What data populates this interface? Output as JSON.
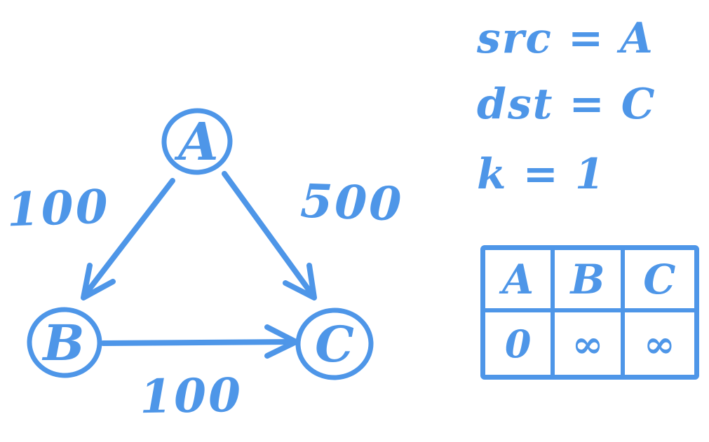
{
  "colors": {
    "ink": "#4e96e8",
    "background": "#ffffff"
  },
  "graph": {
    "nodes": [
      {
        "id": "A",
        "label": "A"
      },
      {
        "id": "B",
        "label": "B"
      },
      {
        "id": "C",
        "label": "C"
      }
    ],
    "edges": [
      {
        "from": "A",
        "to": "B",
        "weight": "100"
      },
      {
        "from": "A",
        "to": "C",
        "weight": "500"
      },
      {
        "from": "B",
        "to": "C",
        "weight": "100"
      }
    ]
  },
  "parameters": [
    {
      "name": "src",
      "eq": "=",
      "value": "A"
    },
    {
      "name": "dst",
      "eq": "=",
      "value": "C"
    },
    {
      "name": "k",
      "eq": "=",
      "value": "1"
    }
  ],
  "distance_table": {
    "headers": [
      "A",
      "B",
      "C"
    ],
    "values": [
      "0",
      "∞",
      "∞"
    ]
  }
}
